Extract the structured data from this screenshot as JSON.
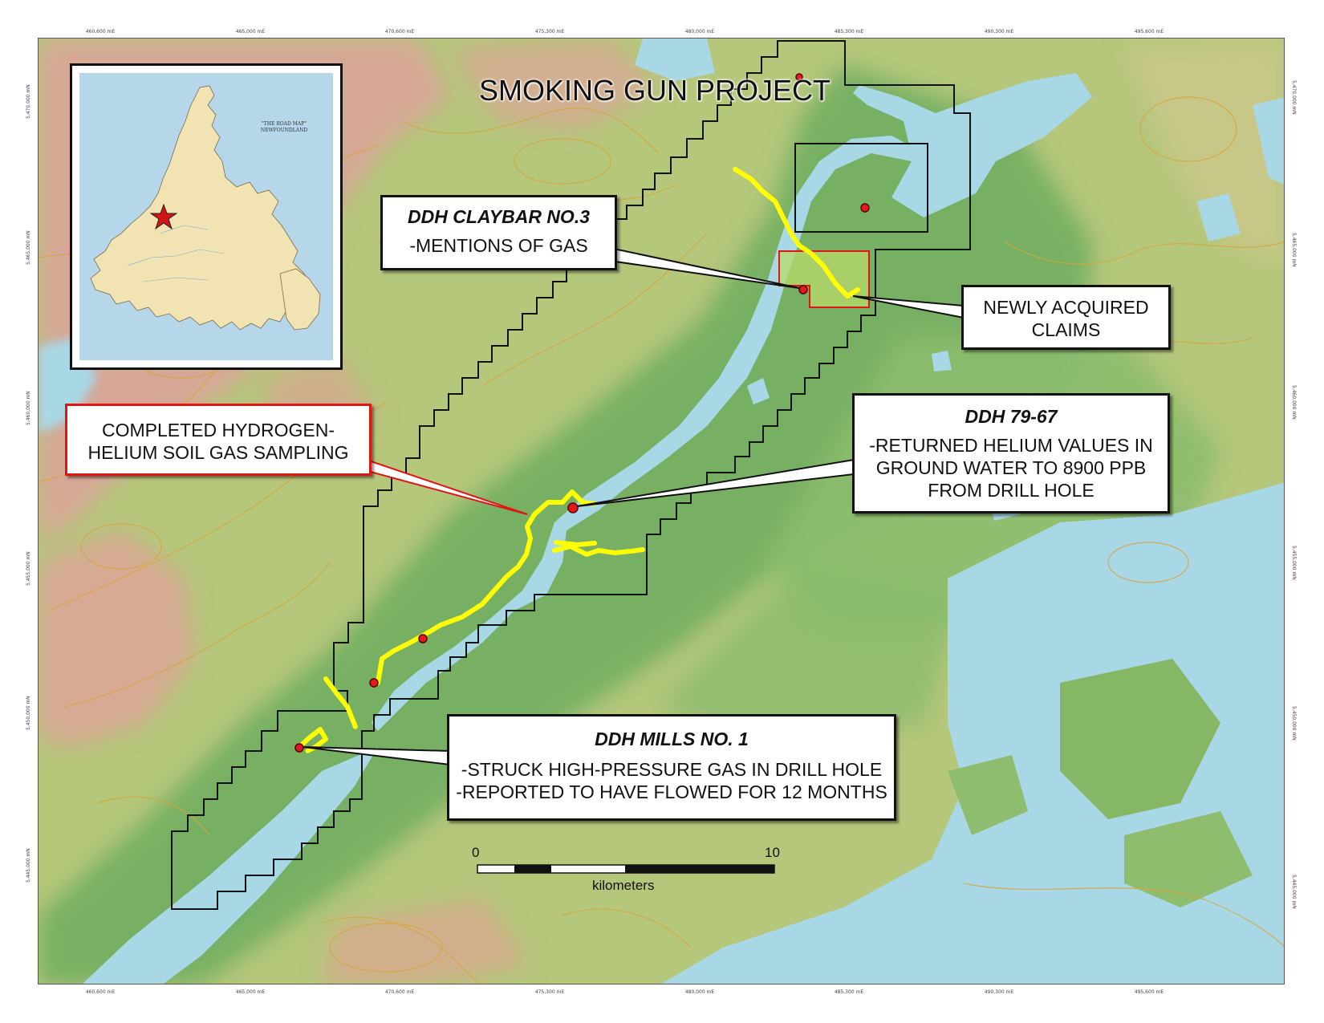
{
  "map": {
    "title": "SMOKING GUN PROJECT",
    "colors": {
      "water": "#a8d8e6",
      "lowland": "#7fb56a",
      "upland": "#c9cc84",
      "highland": "#d8a893",
      "contour": "#d7a53b",
      "claims_outline": "#111111",
      "soil_gas_line": "#ffff00",
      "drill_hole": "#e11b1b",
      "new_claim_outline": "#e01616",
      "new_claim_fill": "#b8d96a"
    },
    "grid_labels": {
      "top": [
        "460,600 mE",
        "465,000 mE",
        "470,600 mE",
        "475,300 mE",
        "480,000 mE",
        "485,300 mE",
        "490,300 mE",
        "495,600 mE"
      ],
      "bottom": [
        "460,600 mE",
        "465,000 mE",
        "470,600 mE",
        "475,300 mE",
        "480,000 mE",
        "485,300 mE",
        "490,300 mE",
        "495,600 mE"
      ],
      "left": [
        "5,470,000 mN",
        "5,465,000 mN",
        "5,460,000 mN",
        "5,455,000 mN",
        "5,450,000 mN",
        "5,445,000 mN"
      ],
      "right": [
        "5,470,000 mN",
        "5,465,000 mN",
        "5,460,000 mN",
        "5,455,000 mN",
        "5,450,000 mN",
        "5,445,000 mN"
      ]
    },
    "inset": {
      "map_title": "\"THE ROAD MAP\" NEWFOUNDLAND",
      "marker_icon": "star-icon"
    },
    "callouts": {
      "claybar": {
        "heading": "DDH CLAYBAR NO.3",
        "line1": "-MENTIONS OF GAS"
      },
      "new_claims": {
        "line1": "NEWLY ACQUIRED",
        "line2": "CLAIMS"
      },
      "soil_gas": {
        "line1": "COMPLETED HYDROGEN-",
        "line2": "HELIUM SOIL GAS SAMPLING"
      },
      "ddh7967": {
        "heading": "DDH 79-67",
        "line1": "-RETURNED HELIUM VALUES IN",
        "line2": "GROUND WATER TO 8900 PPB",
        "line3": "FROM DRILL HOLE"
      },
      "mills": {
        "heading": "DDH MILLS NO. 1",
        "line1": "-STRUCK HIGH-PRESSURE GAS IN DRILL HOLE",
        "line2": "-REPORTED TO HAVE FLOWED FOR 12 MONTHS"
      }
    },
    "scale_bar": {
      "start_label": "0",
      "end_label": "10",
      "unit": "kilometers",
      "length_km": 10
    }
  }
}
